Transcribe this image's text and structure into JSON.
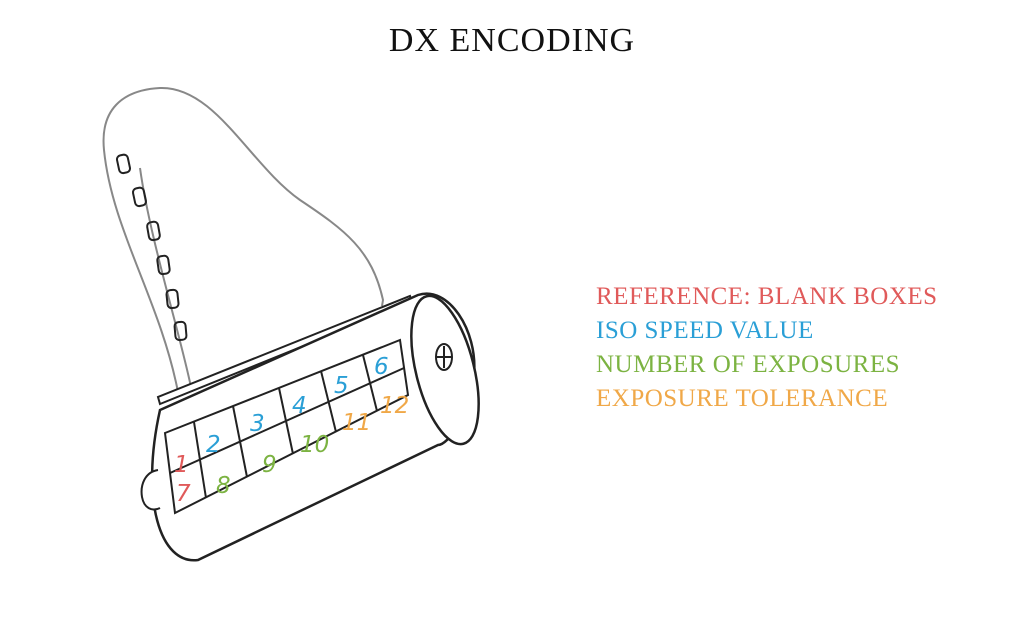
{
  "title": "DX ENCODING",
  "colors": {
    "reference": "#e05a5a",
    "iso_speed": "#2a9fd6",
    "exposures": "#7cb342",
    "tolerance": "#f0a848",
    "outline": "#222222",
    "film_outline": "#888888"
  },
  "legend": [
    {
      "label": "REFERENCE: BLANK BOXES",
      "color_key": "reference"
    },
    {
      "label": "ISO SPEED VALUE",
      "color_key": "iso_speed"
    },
    {
      "label": "NUMBER OF EXPOSURES",
      "color_key": "exposures"
    },
    {
      "label": "EXPOSURE TOLERANCE",
      "color_key": "tolerance"
    }
  ],
  "cells": {
    "top_row": [
      {
        "label": "",
        "color_key": "reference"
      },
      {
        "label": "2",
        "color_key": "iso_speed"
      },
      {
        "label": "3",
        "color_key": "iso_speed"
      },
      {
        "label": "4",
        "color_key": "iso_speed"
      },
      {
        "label": "5",
        "color_key": "iso_speed"
      },
      {
        "label": "6",
        "color_key": "iso_speed"
      }
    ],
    "bottom_row": [
      {
        "label": "",
        "color_key": "reference"
      },
      {
        "label": "8",
        "color_key": "exposures"
      },
      {
        "label": "9",
        "color_key": "exposures"
      },
      {
        "label": "10",
        "color_key": "exposures"
      },
      {
        "label": "11",
        "color_key": "tolerance"
      },
      {
        "label": "12",
        "color_key": "tolerance"
      }
    ],
    "first_column_labels": [
      {
        "label": "1",
        "color_key": "reference"
      },
      {
        "label": "7",
        "color_key": "reference"
      }
    ]
  }
}
